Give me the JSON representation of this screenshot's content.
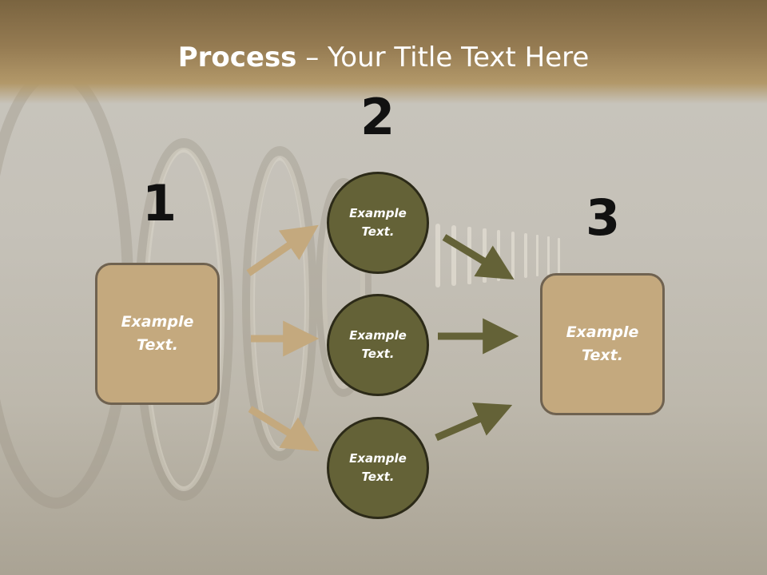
{
  "title": {
    "bold": "Process",
    "rest": " – Your Title Text Here"
  },
  "steps": {
    "n1": "1",
    "n2": "2",
    "n3": "3"
  },
  "left_box": {
    "line1": "Example",
    "line2": "Text."
  },
  "circles": [
    {
      "line1": "Example",
      "line2": "Text."
    },
    {
      "line1": "Example",
      "line2": "Text."
    },
    {
      "line1": "Example",
      "line2": "Text."
    }
  ],
  "right_box": {
    "line1": "Example",
    "line2": "Text."
  },
  "colors": {
    "header": "#957b52",
    "box_fill": "#c4a97e",
    "circle_fill": "#646237",
    "arrow_tan": "#c4a97e",
    "arrow_olive": "#646237"
  }
}
